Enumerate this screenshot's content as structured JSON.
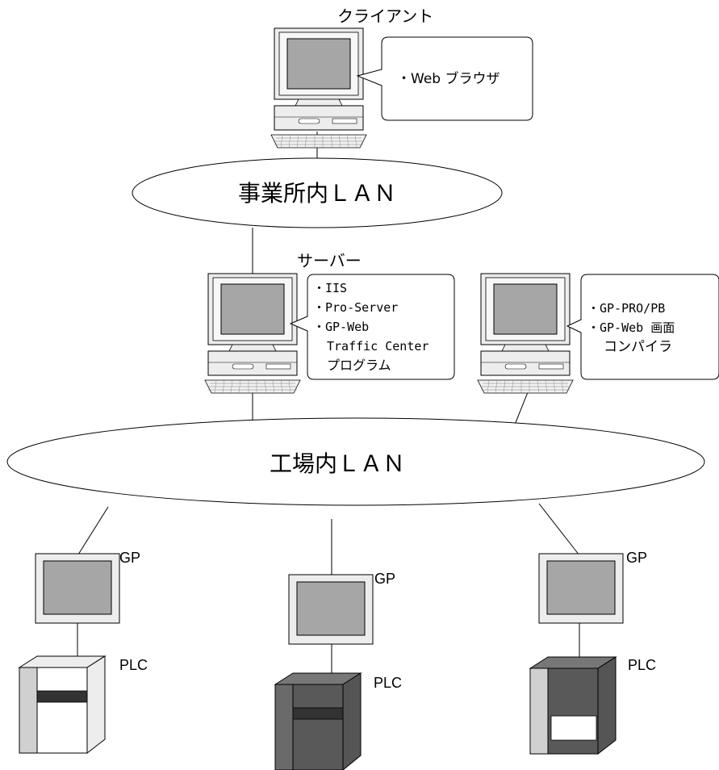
{
  "client": {
    "title": "クライアント",
    "callout_lines": [
      "・Web ブラウザ"
    ]
  },
  "office_lan": {
    "label": "事業所内ＬＡＮ"
  },
  "server": {
    "title": "サーバー",
    "callout_lines": [
      "・IIS",
      "・Pro-Server",
      "・GP-Web",
      "Traffic Center",
      "プログラム"
    ]
  },
  "dev_pc": {
    "callout_lines": [
      "・GP-PRO/PB",
      "・GP-Web 画面",
      "コンパイラ"
    ]
  },
  "factory_lan": {
    "label": "工場内ＬＡＮ"
  },
  "stations": [
    {
      "gp_label": "GP",
      "plc_label": "PLC",
      "plc_style": "light"
    },
    {
      "gp_label": "GP",
      "plc_label": "PLC",
      "plc_style": "dark"
    },
    {
      "gp_label": "GP",
      "plc_label": "PLC",
      "plc_style": "dark-white-panel"
    }
  ],
  "colors": {
    "line": "#000000",
    "screen": "#a6a6a6",
    "device_body": "#ededed",
    "plc_dark": "#595959",
    "plc_band": "#333333"
  }
}
